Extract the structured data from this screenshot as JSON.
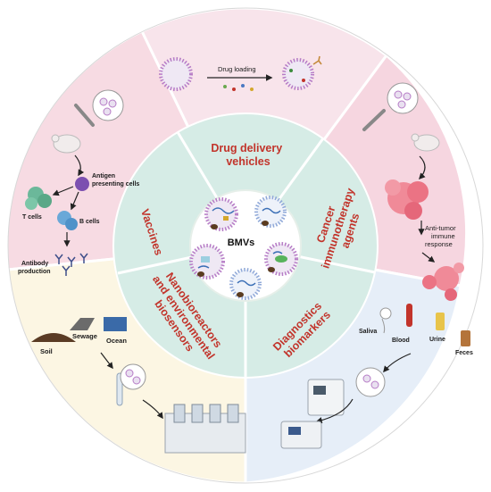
{
  "center": {
    "label": "BMVs"
  },
  "sections": {
    "drug_delivery": {
      "title_lines": [
        "Drug delivery",
        "vehicles"
      ],
      "arrow_label": "Drug loading"
    },
    "cancer": {
      "title_lines": [
        "Cancer",
        "immunotherapy",
        "agents"
      ],
      "response_lines": [
        "Anti-tumor",
        "immune",
        "response"
      ]
    },
    "diagnostics": {
      "title_lines": [
        "Diagnostics",
        "biomarkers"
      ],
      "samples": [
        "Saliva",
        "Blood",
        "Urine",
        "Feces"
      ]
    },
    "nano": {
      "title_lines": [
        "Nanobioreactors",
        "and environmental",
        "biosensors"
      ],
      "sources": [
        "Sewage",
        "Soil",
        "Ocean"
      ]
    },
    "vaccines": {
      "title_lines": [
        "Vaccines"
      ],
      "apc_lines": [
        "Antigen",
        "presenting cells"
      ],
      "t_cells": "T cells",
      "b_cells": "B cells",
      "antibody_lines": [
        "Antibody",
        "production"
      ]
    }
  },
  "colors": {
    "outer_pink": "#f7dbe3",
    "outer_top": "#f8e4eb",
    "outer_cream": "#fcf6e3",
    "outer_blue": "#e6eef8",
    "inner_ring": "#d6ece6",
    "title_red": "#c2342b",
    "vesicle_ring": "#b67cc6"
  }
}
